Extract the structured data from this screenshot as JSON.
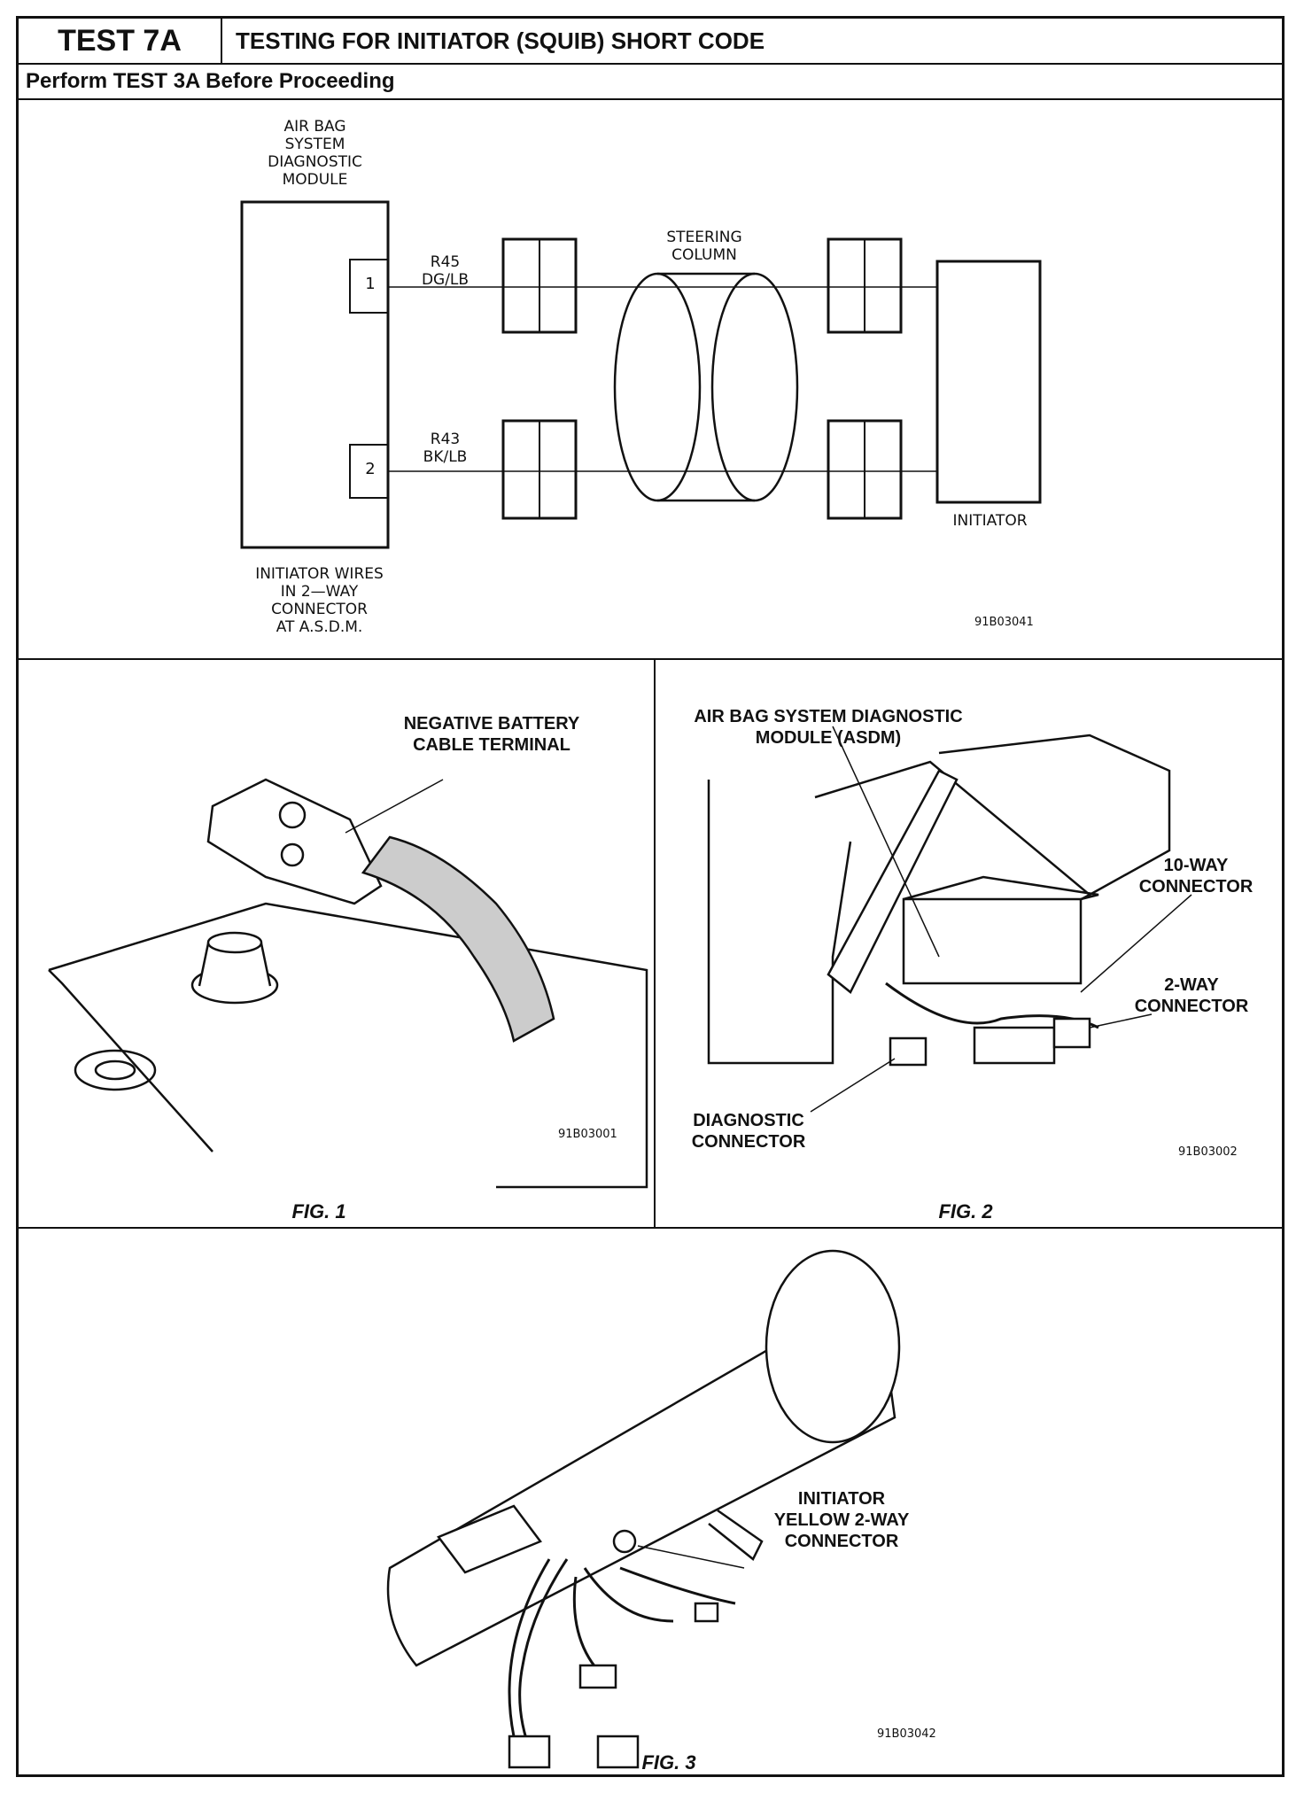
{
  "header": {
    "test_id": "TEST 7A",
    "title": "TESTING FOR INITIATOR (SQUIB) SHORT CODE",
    "subtitle": "Perform TEST 3A Before Proceeding"
  },
  "schematic": {
    "module_label": "AIR BAG\nSYSTEM\nDIAGNOSTIC\nMODULE",
    "pin1": "1",
    "pin2": "2",
    "wire1_label": "R45\nDG/LB",
    "wire2_label": "R43\nBK/LB",
    "column_label": "STEERING\nCOLUMN",
    "initiator_label": "INITIATOR",
    "connector_note": "INITIATOR WIRES\nIN 2—WAY\nCONNECTOR\nAT A.S.D.M.",
    "code": "91B03041"
  },
  "fig1": {
    "callout": "NEGATIVE BATTERY\nCABLE TERMINAL",
    "code": "91B03001",
    "caption": "FIG. 1"
  },
  "fig2": {
    "callout_module": "AIR BAG SYSTEM DIAGNOSTIC\nMODULE (ASDM)",
    "callout_10way": "10-WAY\nCONNECTOR",
    "callout_2way": "2-WAY\nCONNECTOR",
    "callout_diag": "DIAGNOSTIC\nCONNECTOR",
    "code": "91B03002",
    "caption": "FIG. 2"
  },
  "fig3": {
    "callout": "INITIATOR\nYELLOW 2-WAY\nCONNECTOR",
    "code": "91B03042",
    "caption": "FIG. 3"
  }
}
